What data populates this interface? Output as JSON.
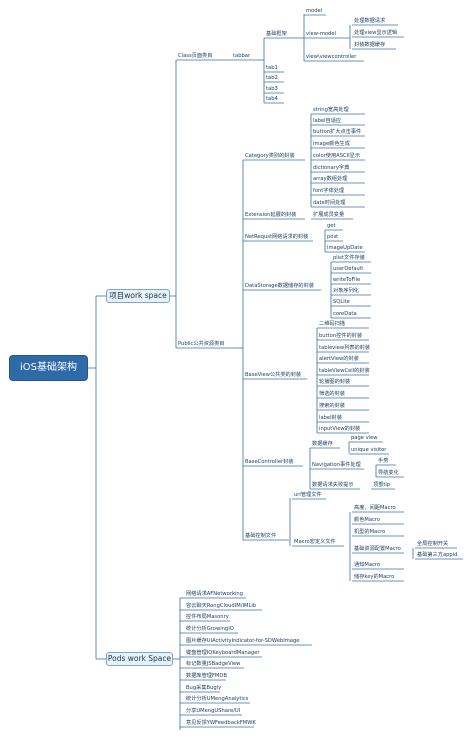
{
  "root": "iOS基础架构",
  "branches": {
    "project": "项目work space",
    "pods": "Pods work Space"
  },
  "labels": {
    "class_page": "Class页面类目",
    "tabbar": "tabbar",
    "basic_frame": "基础框架",
    "model": "model",
    "view_model": "view-model",
    "vm_items": [
      "处理数据请求",
      "处理view显示逻辑",
      "封装数据缓存"
    ],
    "view_controller": "view\\viewcontroller",
    "tabs": [
      "tab1",
      "tab2",
      "tab3",
      "tab4"
    ],
    "public_resources": "Public公共资源类目",
    "category": "Category类别的封装",
    "category_items": [
      "string宽高处理",
      "label自适应",
      "button扩大点击事件",
      "image颜色生成",
      "color使用ASCII显示",
      "dictionary字典",
      "array数组处理",
      "font字体处理",
      "date时间处理"
    ],
    "extension": "Extension延展的封装",
    "extension_item": "扩展成员变量",
    "netrequest": "NetRequst网络请求的封装",
    "net_items": [
      "get",
      "post",
      "imageUpDate"
    ],
    "datastorage": "DataStorage数据储存的封装",
    "storage_items": [
      "plist文件存储",
      "userDefault",
      "writeToFile",
      "对象序列化",
      "SQLite",
      "coreData"
    ],
    "baseview": "BaseView公共类的封装",
    "baseview_items": [
      "二维码扫描",
      "button控件的封装",
      "tableview列表的封装",
      "alertView的封装",
      "tableViewCell的封装",
      "轮播图的封装",
      "筛选的封装",
      "搜索的封装",
      "label封装",
      "inputView的封装"
    ],
    "basecontroller": "BaseController封装",
    "data_empty": "数据缓存",
    "data_empty_items": [
      "page view",
      "unique visitor"
    ],
    "nav_event": "Navigation事件处理",
    "nav_items": [
      "手势",
      "导航变化"
    ],
    "request_fail": "数据请求失败提示",
    "request_fail_item": "顶部tip",
    "basic_control": "基础控制文件",
    "url_file": "url管理文件",
    "macro_file": "Macro宏定义文件",
    "macro_items": [
      "高度、间距Macro",
      "颜色Macro",
      "机型的Macro",
      "基础资源配置Macro",
      "通知Macro",
      "储存key的Macro"
    ],
    "resource_items": [
      "全局控制开关",
      "基础第三方appid"
    ],
    "pods_items": [
      "网络请求AFNetworking",
      "容云聊天RongCloudIM/IMLib",
      "控件布局Masonry",
      "统计分析GrowingIO",
      "图片缓存UIActivityIndicator-for-SDWebImage",
      "键盘管理IQKeyboardManager",
      "标记数量JSBadgeView",
      "数据库管理FMDB",
      "Bug采集Bugly",
      "统计分析UMengAnalytics",
      "分享UMengUShare/UI",
      "意见反馈YWFeedbackFMWK"
    ]
  }
}
